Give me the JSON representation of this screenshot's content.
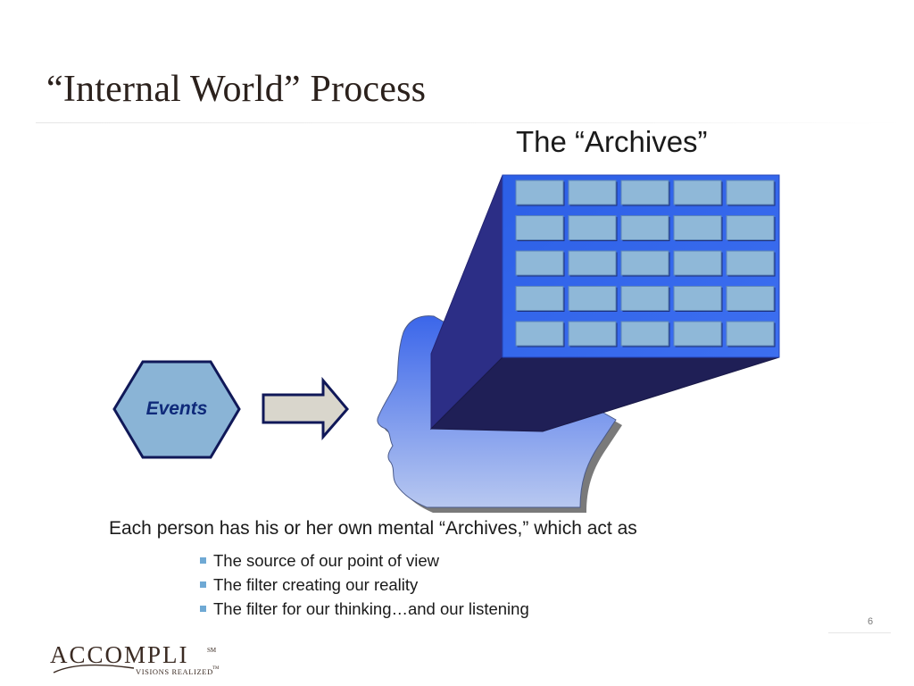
{
  "slide": {
    "title": "“Internal World” Process",
    "page_number": "6"
  },
  "diagram": {
    "archives_title": "The “Archives”",
    "events_label": "Events",
    "grid_rows": 5,
    "grid_cols": 5,
    "colors": {
      "events_hexagon": "#8ab4d6",
      "arrow_fill": "#d9d6cc",
      "outline_navy": "#101858",
      "cabinet_front": "#2f63e6",
      "cabinet_side": "#2c2e86",
      "cabinet_bottom": "#1f1f56",
      "drawer": "#8fb8d8",
      "head_top": "#3b66ea",
      "head_bottom": "#b8c8f0"
    }
  },
  "caption": "Each person has his or her own mental “Archives,” which act as",
  "bullets": [
    "The source of our point of view",
    "The filter creating our reality",
    "The filter for our thinking…and our listening"
  ],
  "logo": {
    "name": "ACCOMPLI",
    "sm_mark": "SM",
    "tagline": "VISIONS REALIZED",
    "tm_mark": "TM"
  }
}
